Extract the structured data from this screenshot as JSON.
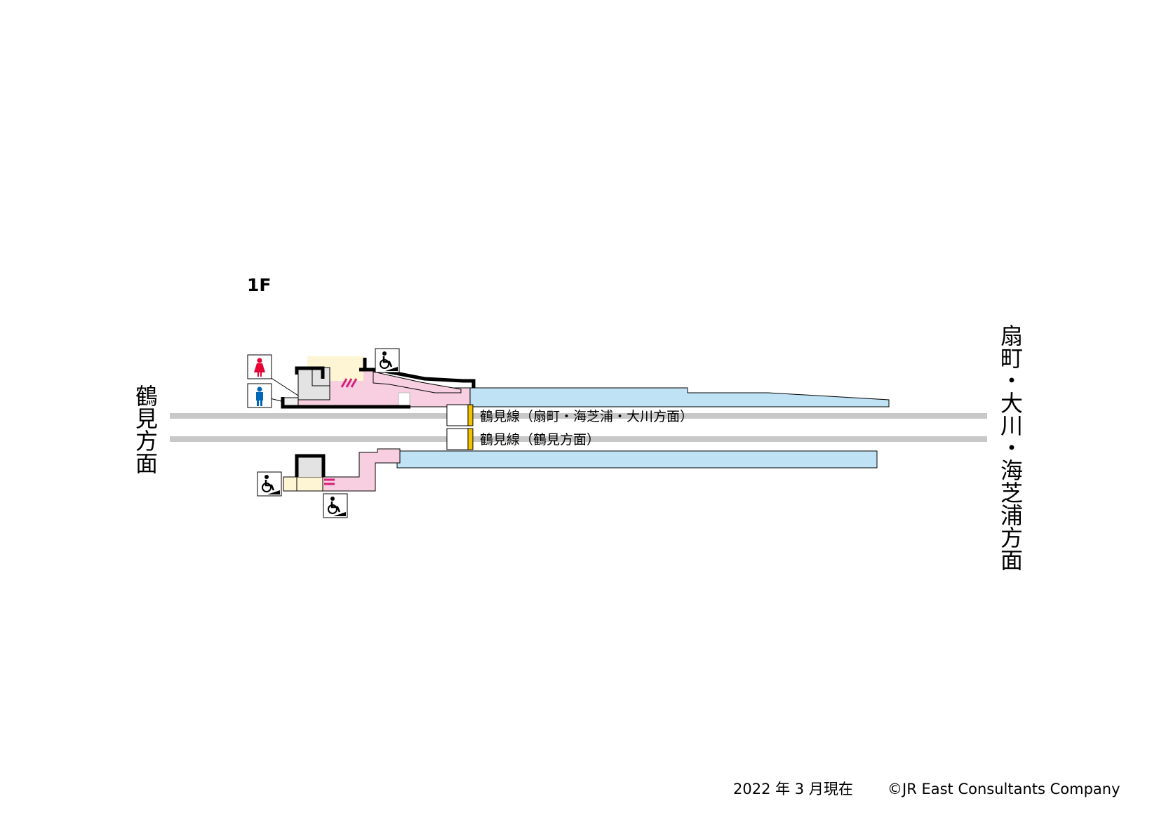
{
  "floor": "1F",
  "directions": {
    "left": "鶴見方面",
    "right": "扇町・大川・海芝浦方面"
  },
  "lines": [
    {
      "label": "鶴見線（扇町・海芝浦・大川方面）"
    },
    {
      "label": "鶴見線（鶴見方面）"
    }
  ],
  "footer": {
    "as_of": "2022 年 3 月現在",
    "copyright": "©JR East Consultants Company"
  },
  "icons": [
    "womens-toilet-icon",
    "mens-toilet-icon",
    "wheelchair-slope-icon",
    "wheelchair-slope-icon",
    "wheelchair-slope-icon"
  ],
  "colors": {
    "platform": "#bfe3f5",
    "concourse": "#f8cfe0",
    "ticket_area": "#fdf5d3",
    "building": "#e3e3e3",
    "track": "#c8c8c8",
    "wall": "#000000",
    "stairs": "#d6207a",
    "stop_marker": "#f3c300",
    "womens": "#e60033",
    "mens": "#0068b7"
  }
}
